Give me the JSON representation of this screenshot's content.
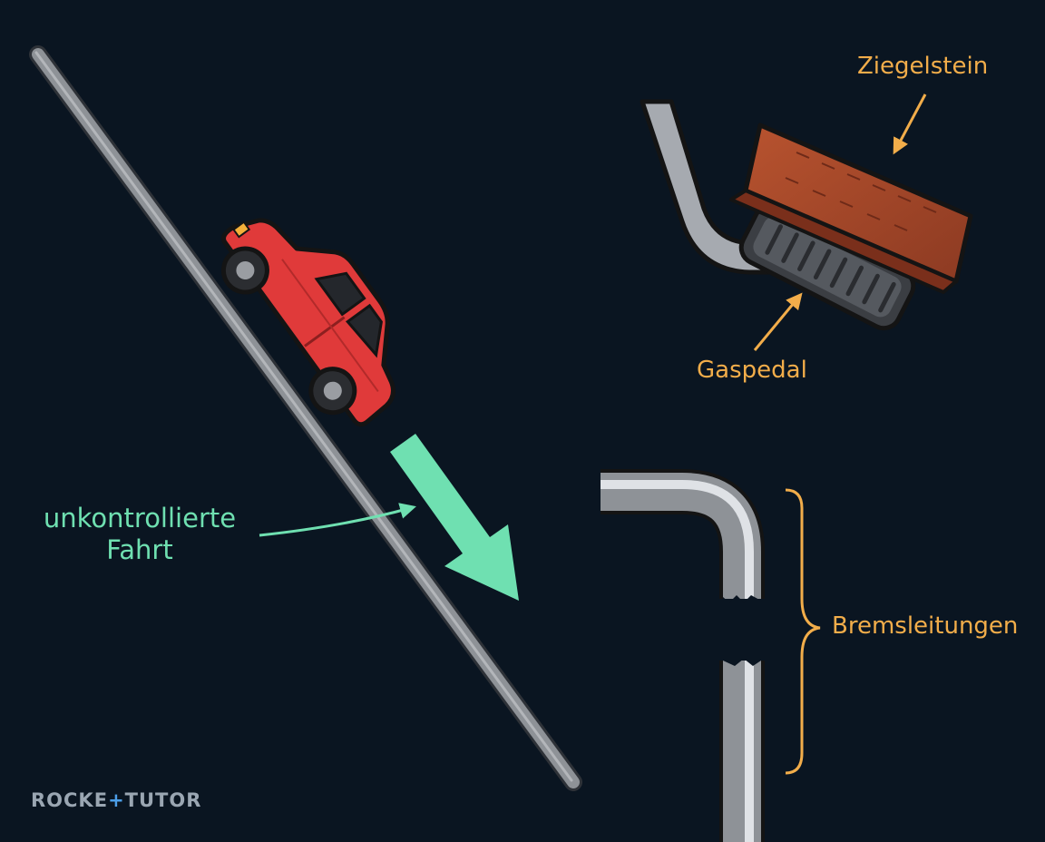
{
  "labels": {
    "brick": "Ziegelstein",
    "pedal": "Gaspedal",
    "brake_lines": "Bremsleitungen",
    "drive_line1": "unkontrollierte",
    "drive_line2": "Fahrt"
  },
  "logo": {
    "left": "ROCKE",
    "mark": "+",
    "right": "TUTOR"
  },
  "colors": {
    "background": "#0a1521",
    "label_orange": "#f2ad4a",
    "label_green": "#6fe0b1",
    "car": "#e03a3a",
    "brick": "#a4452a"
  }
}
